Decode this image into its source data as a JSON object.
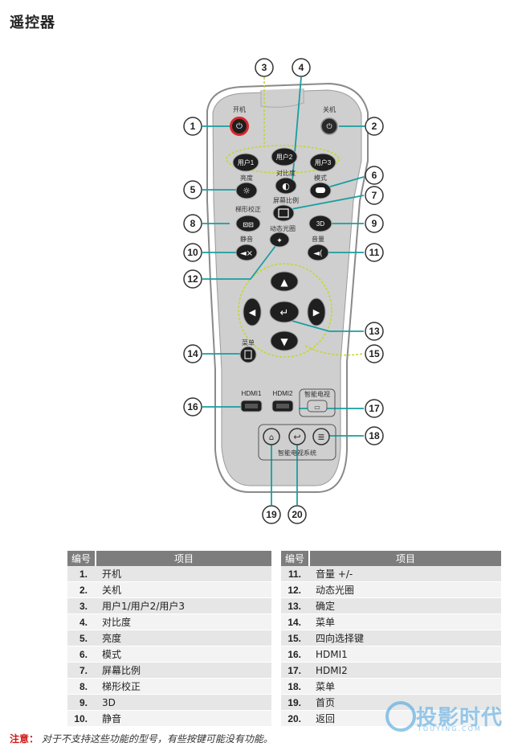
{
  "title": "遥控器",
  "remote": {
    "labels": {
      "power_on": "开机",
      "power_off": "关机",
      "user1": "用户1",
      "user2": "用户2",
      "user3": "用户3",
      "brightness": "亮度",
      "contrast": "对比度",
      "mode": "模式",
      "aspect": "屏幕比例",
      "keystone": "梯形校正",
      "dynamic_iris": "动态光圈",
      "mute": "静音",
      "volume": "音量",
      "menu": "菜单",
      "hdmi1": "HDMI1",
      "hdmi2": "HDMI2",
      "smart_tv": "智能电视",
      "smart_tv_system": "智能电视系统",
      "three_d": "3D"
    },
    "callouts": [
      "1",
      "2",
      "3",
      "4",
      "5",
      "6",
      "7",
      "8",
      "9",
      "10",
      "11",
      "12",
      "13",
      "14",
      "15",
      "16",
      "17",
      "18",
      "19",
      "20"
    ]
  },
  "table": {
    "headers": [
      "编号",
      "项目"
    ],
    "left": [
      {
        "num": "1.",
        "item": "开机"
      },
      {
        "num": "2.",
        "item": "关机"
      },
      {
        "num": "3.",
        "item": "用户1/用户2/用户3"
      },
      {
        "num": "4.",
        "item": "对比度"
      },
      {
        "num": "5.",
        "item": "亮度"
      },
      {
        "num": "6.",
        "item": "模式"
      },
      {
        "num": "7.",
        "item": "屏幕比例"
      },
      {
        "num": "8.",
        "item": "梯形校正"
      },
      {
        "num": "9.",
        "item": "3D"
      },
      {
        "num": "10.",
        "item": "静音"
      }
    ],
    "right": [
      {
        "num": "11.",
        "item": "音量 +/-"
      },
      {
        "num": "12.",
        "item": "动态光圈"
      },
      {
        "num": "13.",
        "item": "确定"
      },
      {
        "num": "14.",
        "item": "菜单"
      },
      {
        "num": "15.",
        "item": "四向选择键"
      },
      {
        "num": "16.",
        "item": "HDMI1"
      },
      {
        "num": "17.",
        "item": "HDMI2"
      },
      {
        "num": "18.",
        "item": "菜单"
      },
      {
        "num": "19.",
        "item": "首页"
      },
      {
        "num": "20.",
        "item": "返回"
      }
    ]
  },
  "note": {
    "label": "注意：",
    "text": "对于不支持这些功能的型号，有些按键可能没有功能。"
  },
  "watermark": {
    "text": "投影时代",
    "sub": "TOUYING.COM"
  },
  "colors": {
    "power_red": "#d8262b",
    "lime": "#c6d629",
    "header_gray": "#7d7d7d",
    "note_red": "#d21a1a"
  }
}
